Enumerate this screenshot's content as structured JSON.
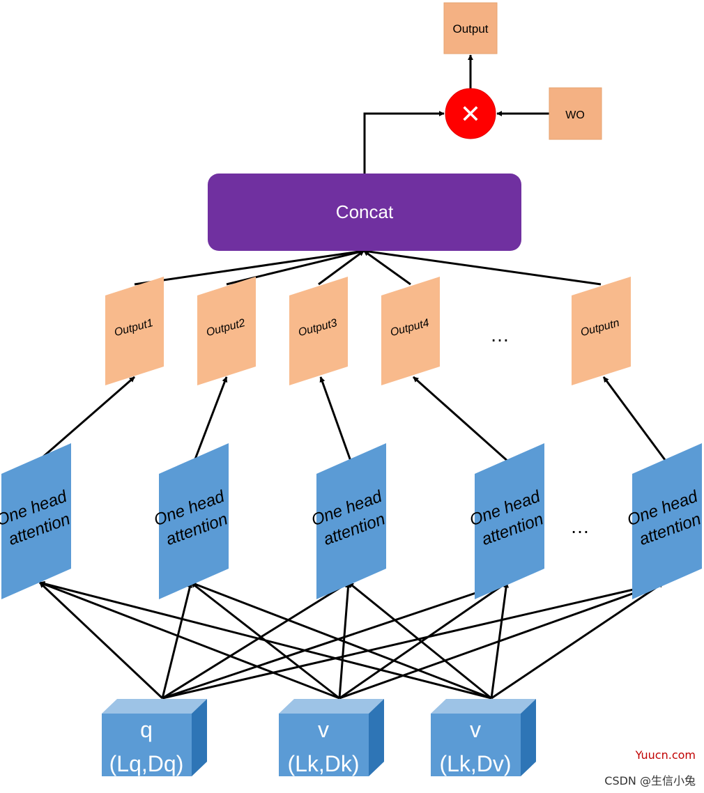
{
  "output_box": {
    "label": "Output"
  },
  "wo_box": {
    "label": "WO"
  },
  "multiply_symbol": "✕",
  "concat": {
    "label": "Concat"
  },
  "head_outputs": [
    "Output1",
    "Output2",
    "Output3",
    "Output4",
    "Outputn"
  ],
  "output_ellipsis": "…",
  "attention_heads": [
    {
      "line1": "One head",
      "line2": "attention"
    },
    {
      "line1": "One head",
      "line2": "attention"
    },
    {
      "line1": "One head",
      "line2": "attention"
    },
    {
      "line1": "One head",
      "line2": "attention"
    },
    {
      "line1": "One head",
      "line2": "attention"
    }
  ],
  "head_ellipsis": "…",
  "inputs": [
    {
      "name": "q",
      "shape": "(Lq,Dq)"
    },
    {
      "name": "v",
      "shape": "(Lk,Dk)"
    },
    {
      "name": "v",
      "shape": "(Lk,Dv)"
    }
  ],
  "watermark": {
    "site": "Yuucn.com",
    "credit": "CSDN @生信小兔"
  },
  "colors": {
    "output_orange": "#F4B183",
    "head_orange": "#F8BA8C",
    "head_blue": "#5B9BD5",
    "concat_purple": "#7030A0",
    "multiply_red": "#FF0000",
    "cube_front": "#5B9BD5",
    "cube_top": "#9DC3E6",
    "cube_side": "#2E75B6",
    "watermark_red": "#C00000"
  }
}
